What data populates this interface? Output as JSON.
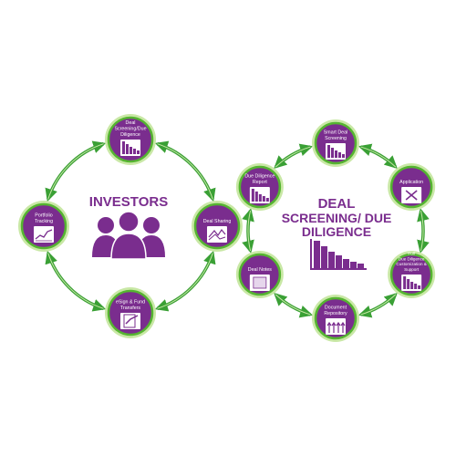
{
  "colors": {
    "purple": "#7a2d8e",
    "green": "#55b431",
    "light_green": "#c9e8a6",
    "arrow_green": "#3aa035",
    "white": "#ffffff"
  },
  "investors": {
    "title": "INVESTORS",
    "nodes": [
      {
        "id": "deal-screening",
        "label": [
          "Deal",
          "Screening/Due",
          "Diligence"
        ],
        "icon": "declining-bars-icon"
      },
      {
        "id": "deal-sharing",
        "label": [
          "Deal Sharing"
        ],
        "icon": "map-sharing-icon"
      },
      {
        "id": "esign-fund-transfers",
        "label": [
          "eSign & Fund",
          "Transfers"
        ],
        "icon": "document-sign-icon"
      },
      {
        "id": "portfolio-tracking",
        "label": [
          "Portfolio",
          "Tracking"
        ],
        "icon": "line-chart-icon"
      }
    ]
  },
  "due_diligence": {
    "title": [
      "DEAL",
      "SCREENING/ DUE",
      "DILIGENCE"
    ],
    "nodes": [
      {
        "id": "smart-deal-screening",
        "label": [
          "Smart Deal",
          "Screening"
        ],
        "icon": "declining-bars-icon"
      },
      {
        "id": "application",
        "label": [
          "Application"
        ],
        "icon": "form-x-icon"
      },
      {
        "id": "full-due-diligence",
        "label": [
          "Full",
          "Due Diligence",
          "Customization &",
          "Support"
        ],
        "icon": "declining-bars-icon"
      },
      {
        "id": "document-repository",
        "label": [
          "Document",
          "Repository"
        ],
        "icon": "arrows-up-icon"
      },
      {
        "id": "deal-notes",
        "label": [
          "Deal Notes"
        ],
        "icon": "note-icon"
      },
      {
        "id": "due-diligence-report",
        "label": [
          "Due Diligence",
          "Report"
        ],
        "icon": "declining-bars-icon"
      }
    ]
  }
}
